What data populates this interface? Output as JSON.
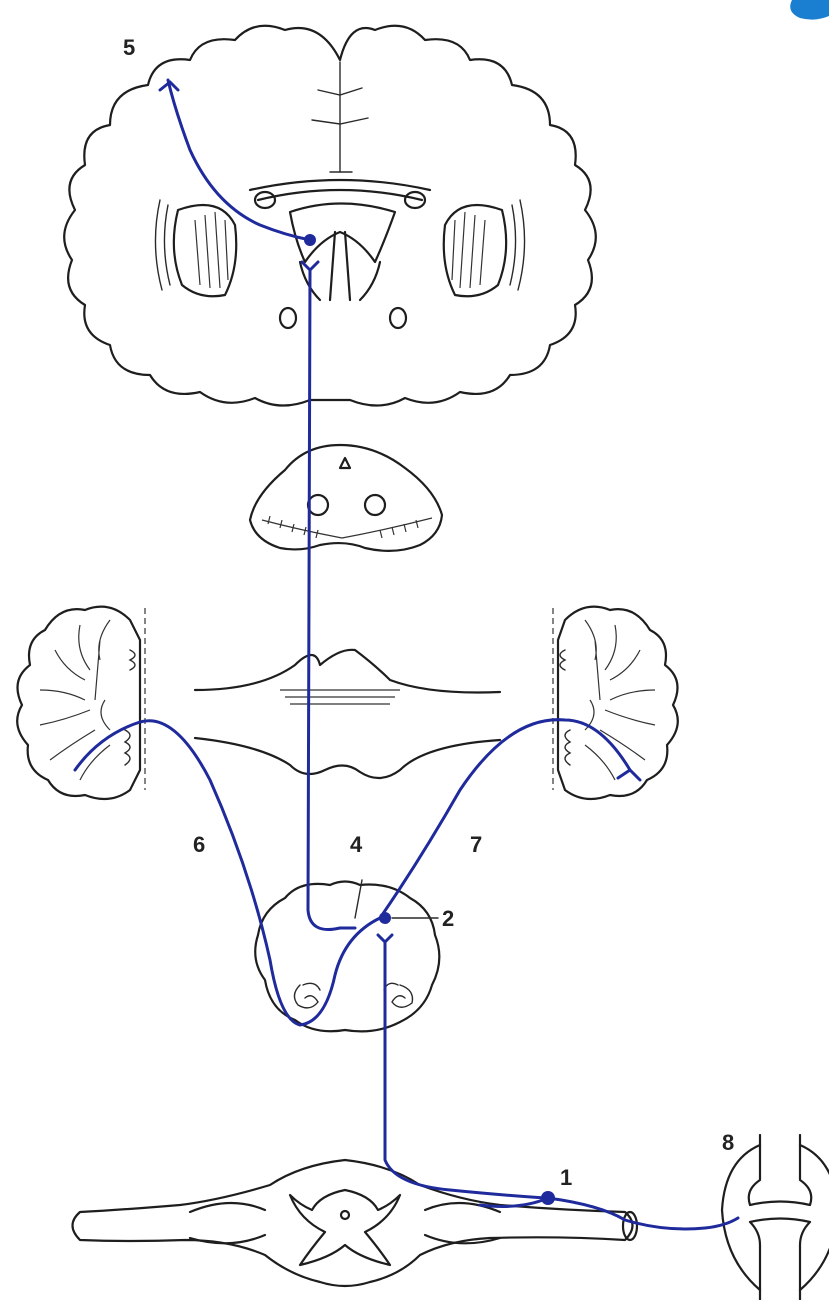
{
  "colors": {
    "pathway": "#1f2a9c",
    "outline": "#1e1e1e",
    "badge": "#1a7fd0"
  },
  "labels": [
    {
      "id": "label-1",
      "text": "1"
    },
    {
      "id": "label-2",
      "text": "2"
    },
    {
      "id": "label-4",
      "text": "4"
    },
    {
      "id": "label-5",
      "text": "5"
    },
    {
      "id": "label-6",
      "text": "6"
    },
    {
      "id": "label-7",
      "text": "7"
    },
    {
      "id": "label-8",
      "text": "8"
    }
  ]
}
